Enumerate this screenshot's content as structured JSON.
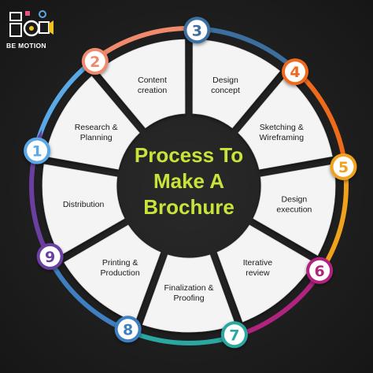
{
  "logo": {
    "text": "BE MOTION"
  },
  "title_lines": [
    "Process To",
    "Make A",
    "Brochure"
  ],
  "steps": [
    {
      "number": "1",
      "lines": [
        "Research &",
        "Planning"
      ],
      "color": "#5aa9e6"
    },
    {
      "number": "2",
      "lines": [
        "Content",
        "creation"
      ],
      "color": "#f08a6c"
    },
    {
      "number": "3",
      "lines": [
        "Design",
        "concept"
      ],
      "color": "#3d6f9e"
    },
    {
      "number": "4",
      "lines": [
        "Sketching &",
        "Wireframing"
      ],
      "color": "#f06a1c"
    },
    {
      "number": "5",
      "lines": [
        "Design",
        "execution"
      ],
      "color": "#f0a21c"
    },
    {
      "number": "6",
      "lines": [
        "Iterative",
        "review"
      ],
      "color": "#b0237e"
    },
    {
      "number": "7",
      "lines": [
        "Finalization &",
        "Proofing"
      ],
      "color": "#2aa7a0"
    },
    {
      "number": "8",
      "lines": [
        "Printing &",
        "Production"
      ],
      "color": "#3f7fbf"
    },
    {
      "number": "9",
      "lines": [
        "Distribution"
      ],
      "color": "#6b3fa0"
    }
  ]
}
